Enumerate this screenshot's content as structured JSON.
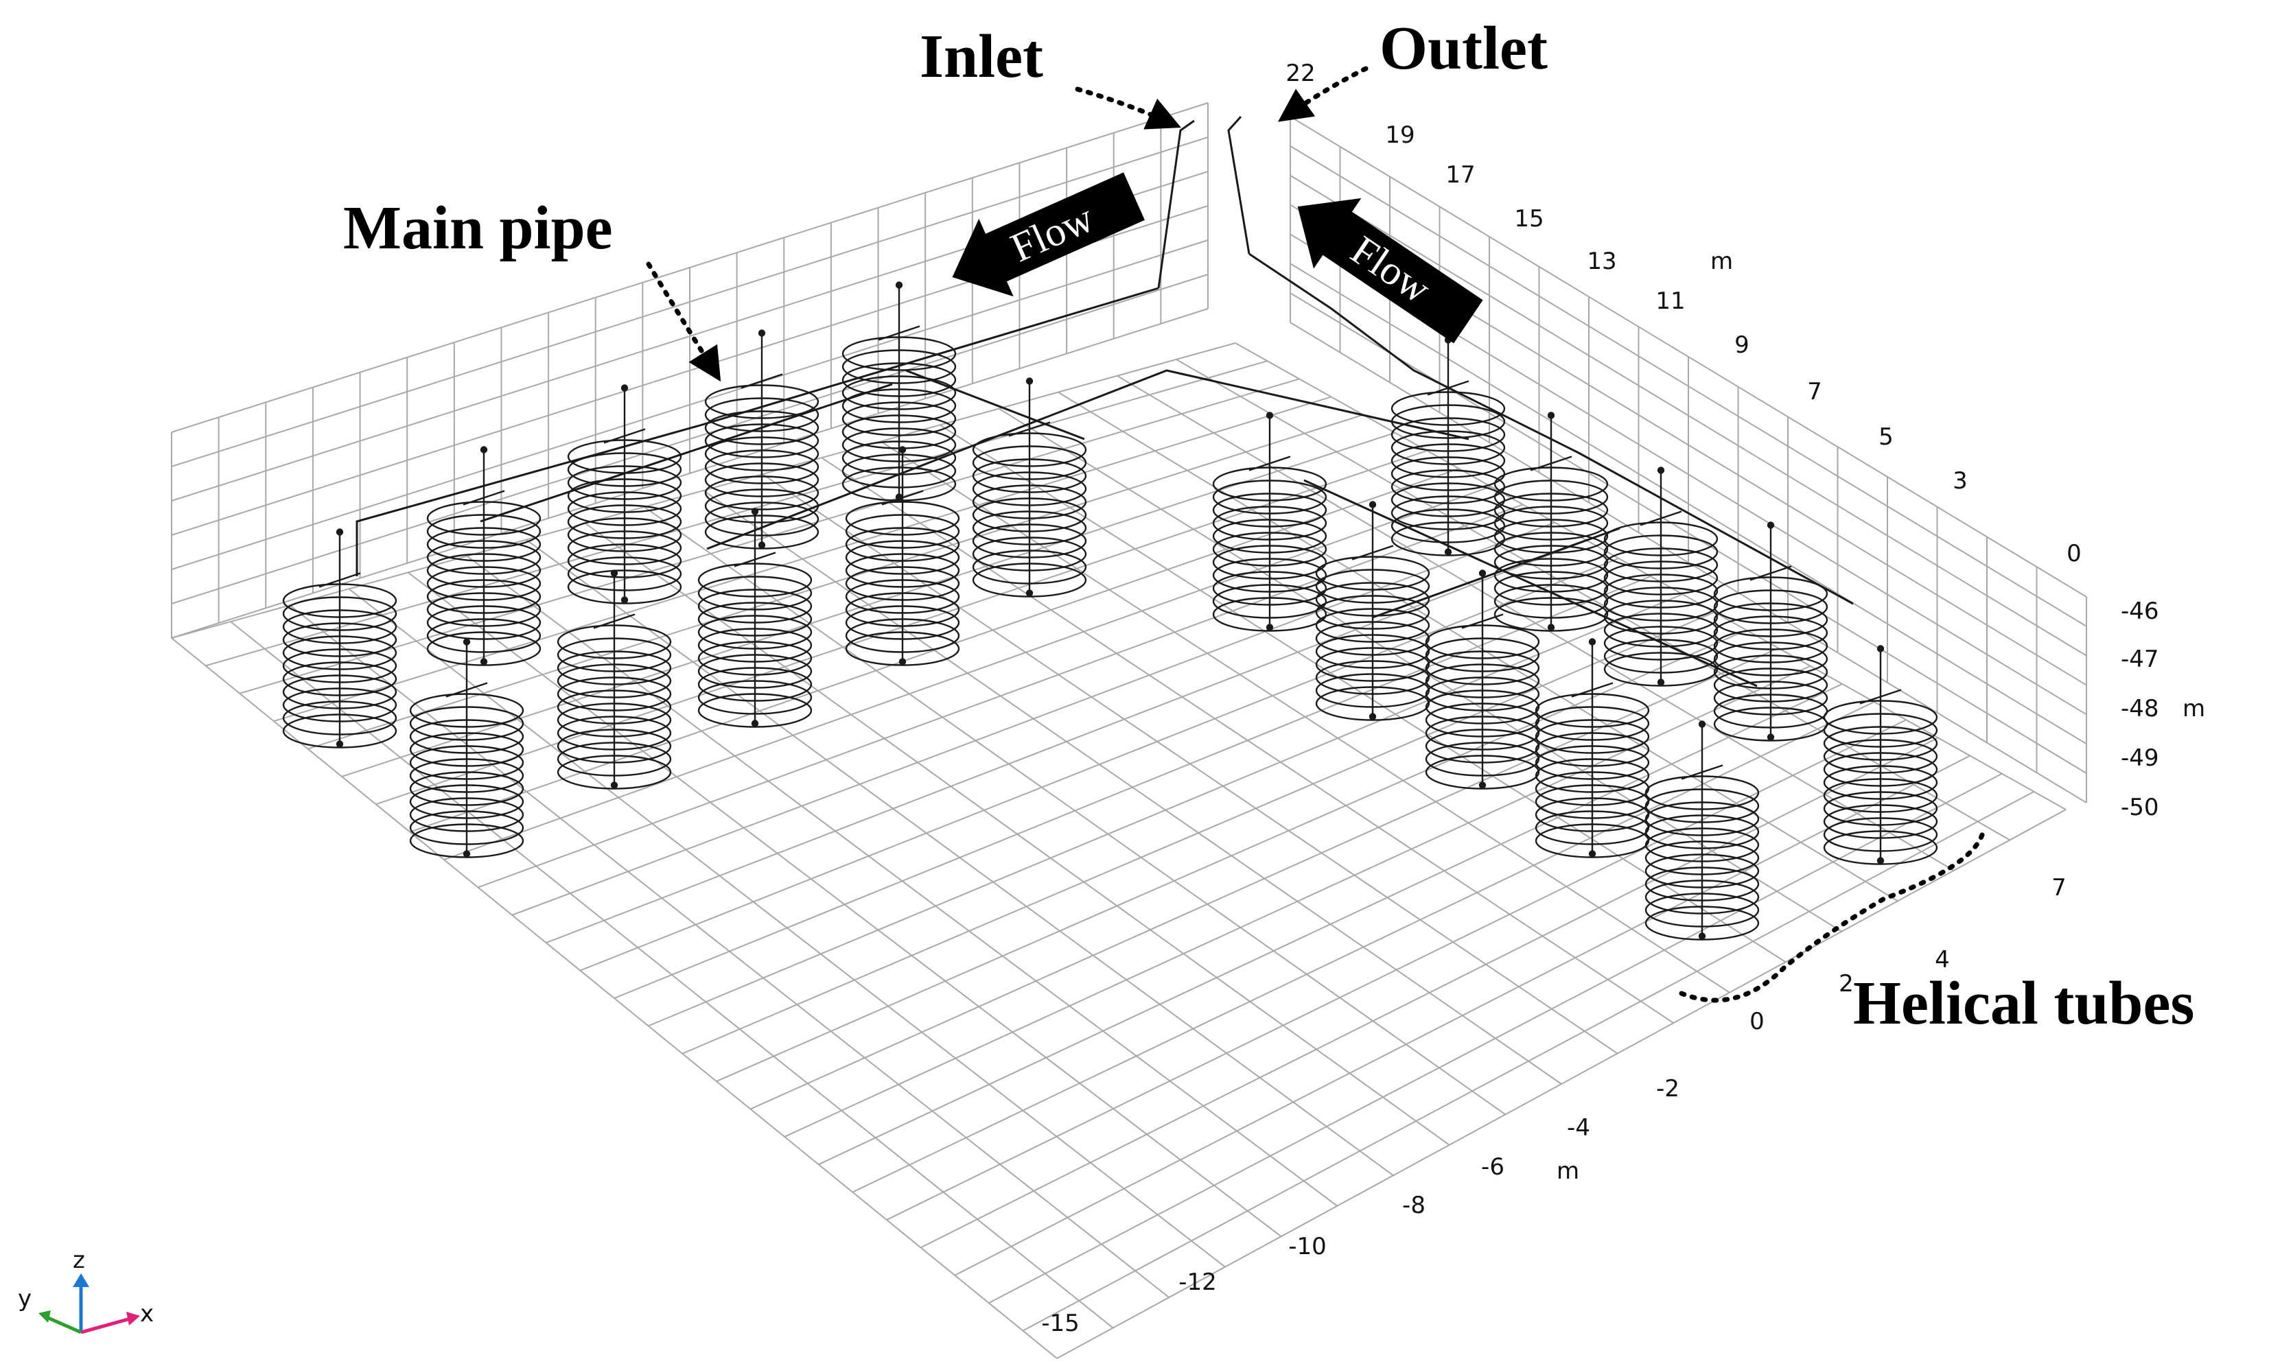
{
  "annotations": {
    "inlet": "Inlet",
    "outlet": "Outlet",
    "main_pipe": "Main pipe",
    "helical_tubes": "Helical tubes",
    "flow_left": "Flow",
    "flow_right": "Flow"
  },
  "axes": {
    "x_unit": "m",
    "y_unit": "m",
    "z_unit": "m",
    "x_ticks": [
      "-15",
      "-12",
      "-10",
      "-8",
      "-6",
      "-4",
      "-2",
      "0",
      "2",
      "4",
      "7"
    ],
    "back_ticks": [
      "22",
      "19",
      "17",
      "15",
      "13",
      "11",
      "9",
      "7",
      "5",
      "3",
      "0"
    ],
    "z_ticks": [
      "-46",
      "-47",
      "-48",
      "-49",
      "-50"
    ]
  },
  "triad": {
    "x": "x",
    "y": "y",
    "z": "z"
  },
  "colors": {
    "grid": "#a8a8a8",
    "coil": "#1a1a1a",
    "triad_x": "#e0207a",
    "triad_y": "#2ca02c",
    "triad_z": "#1f77d4"
  }
}
